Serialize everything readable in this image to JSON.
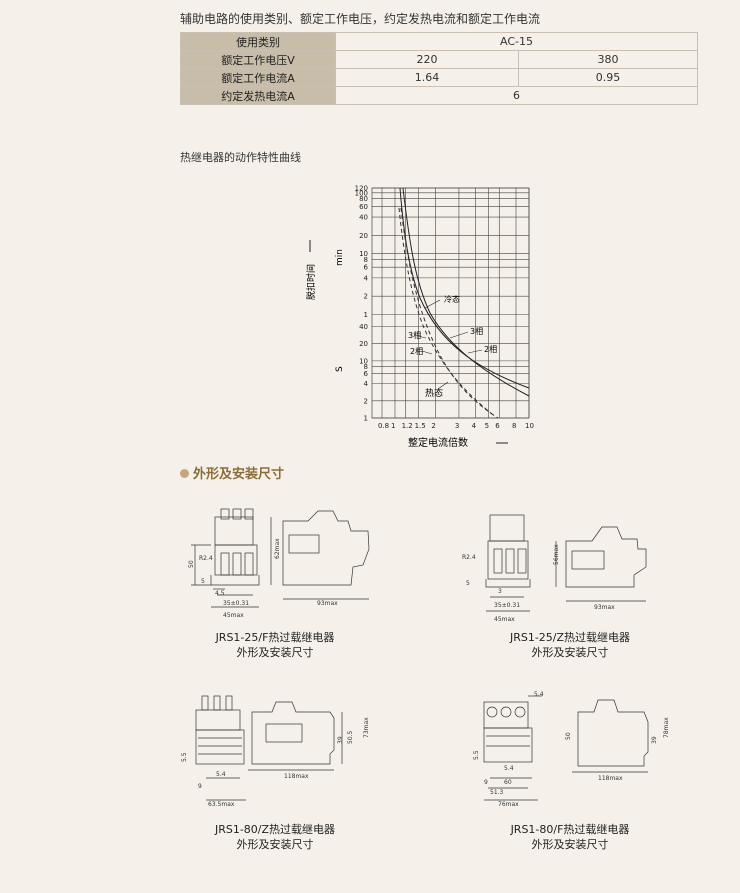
{
  "intro": "辅助电路的使用类别、额定工作电压，约定发热电流和额定工作电流",
  "table": {
    "rows": [
      {
        "label": "使用类别",
        "values": [
          "AC-15"
        ]
      },
      {
        "label": "额定工作电压V",
        "values": [
          "220",
          "380"
        ]
      },
      {
        "label": "额定工作电流A",
        "values": [
          "1.64",
          "0.95"
        ]
      },
      {
        "label": "约定发热电流A",
        "values": [
          "6"
        ]
      }
    ]
  },
  "curve_title": "热继电器的动作特性曲线",
  "chart_data": {
    "type": "line",
    "xlabel": "整定电流倍数",
    "ylabel": "脱扣时间",
    "y_units": [
      "min",
      "S"
    ],
    "x_ticks": [
      "0.8",
      "1",
      "1.2",
      "1.5",
      "2",
      "3",
      "4",
      "5",
      "6",
      "8",
      "10"
    ],
    "y_ticks_min": [
      "120",
      "100",
      "80",
      "60",
      "40",
      "20",
      "10",
      "8",
      "6",
      "4",
      "2",
      "1"
    ],
    "y_ticks_s": [
      "40",
      "20",
      "10",
      "8",
      "6",
      "4",
      "2",
      "1"
    ],
    "curve_labels": [
      "冷态",
      "3相",
      "3相",
      "2相",
      "2相",
      "热态"
    ]
  },
  "section_title": "外形及安装尺寸",
  "drawings": [
    {
      "caption_line1": "JRS1-25/F热过载继电器",
      "caption_line2": "外形及安装尺寸",
      "dims": [
        "50",
        "R2.4",
        "5",
        "4.5",
        "35±0.31",
        "45max",
        "62max",
        "93max"
      ]
    },
    {
      "caption_line1": "JRS1-25/Z热过载继电器",
      "caption_line2": "外形及安装尺寸",
      "dims": [
        "R2.4",
        "5",
        "3",
        "35±0.31",
        "45max",
        "56max",
        "93max"
      ]
    },
    {
      "caption_line1": "JRS1-80/Z热过载继电器",
      "caption_line2": "外形及安装尺寸",
      "dims": [
        "5.5",
        "5.4",
        "9",
        "63.5max",
        "118max",
        "39",
        "50.5",
        "73max"
      ]
    },
    {
      "caption_line1": "JRS1-80/F热过载继电器",
      "caption_line2": "外形及安装尺寸",
      "dims": [
        "5.4",
        "5.5",
        "5.4",
        "9",
        "60",
        "51.3",
        "76max",
        "50",
        "39",
        "78max",
        "118max"
      ]
    }
  ],
  "colors": {
    "table_head": "#c8bda9",
    "background": "#f5f1ea",
    "accent": "#8c6d3a"
  }
}
